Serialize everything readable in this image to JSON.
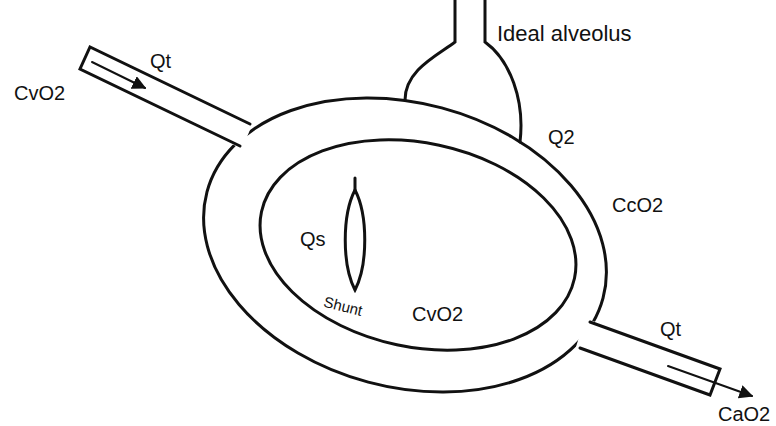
{
  "diagram": {
    "labels": [
      "Ideal alveolus",
      "Qt",
      "CvO2",
      "Q2",
      "CcO2",
      "Qt",
      "CaO2",
      "Qs",
      "Shunt",
      "CvO2"
    ]
  }
}
